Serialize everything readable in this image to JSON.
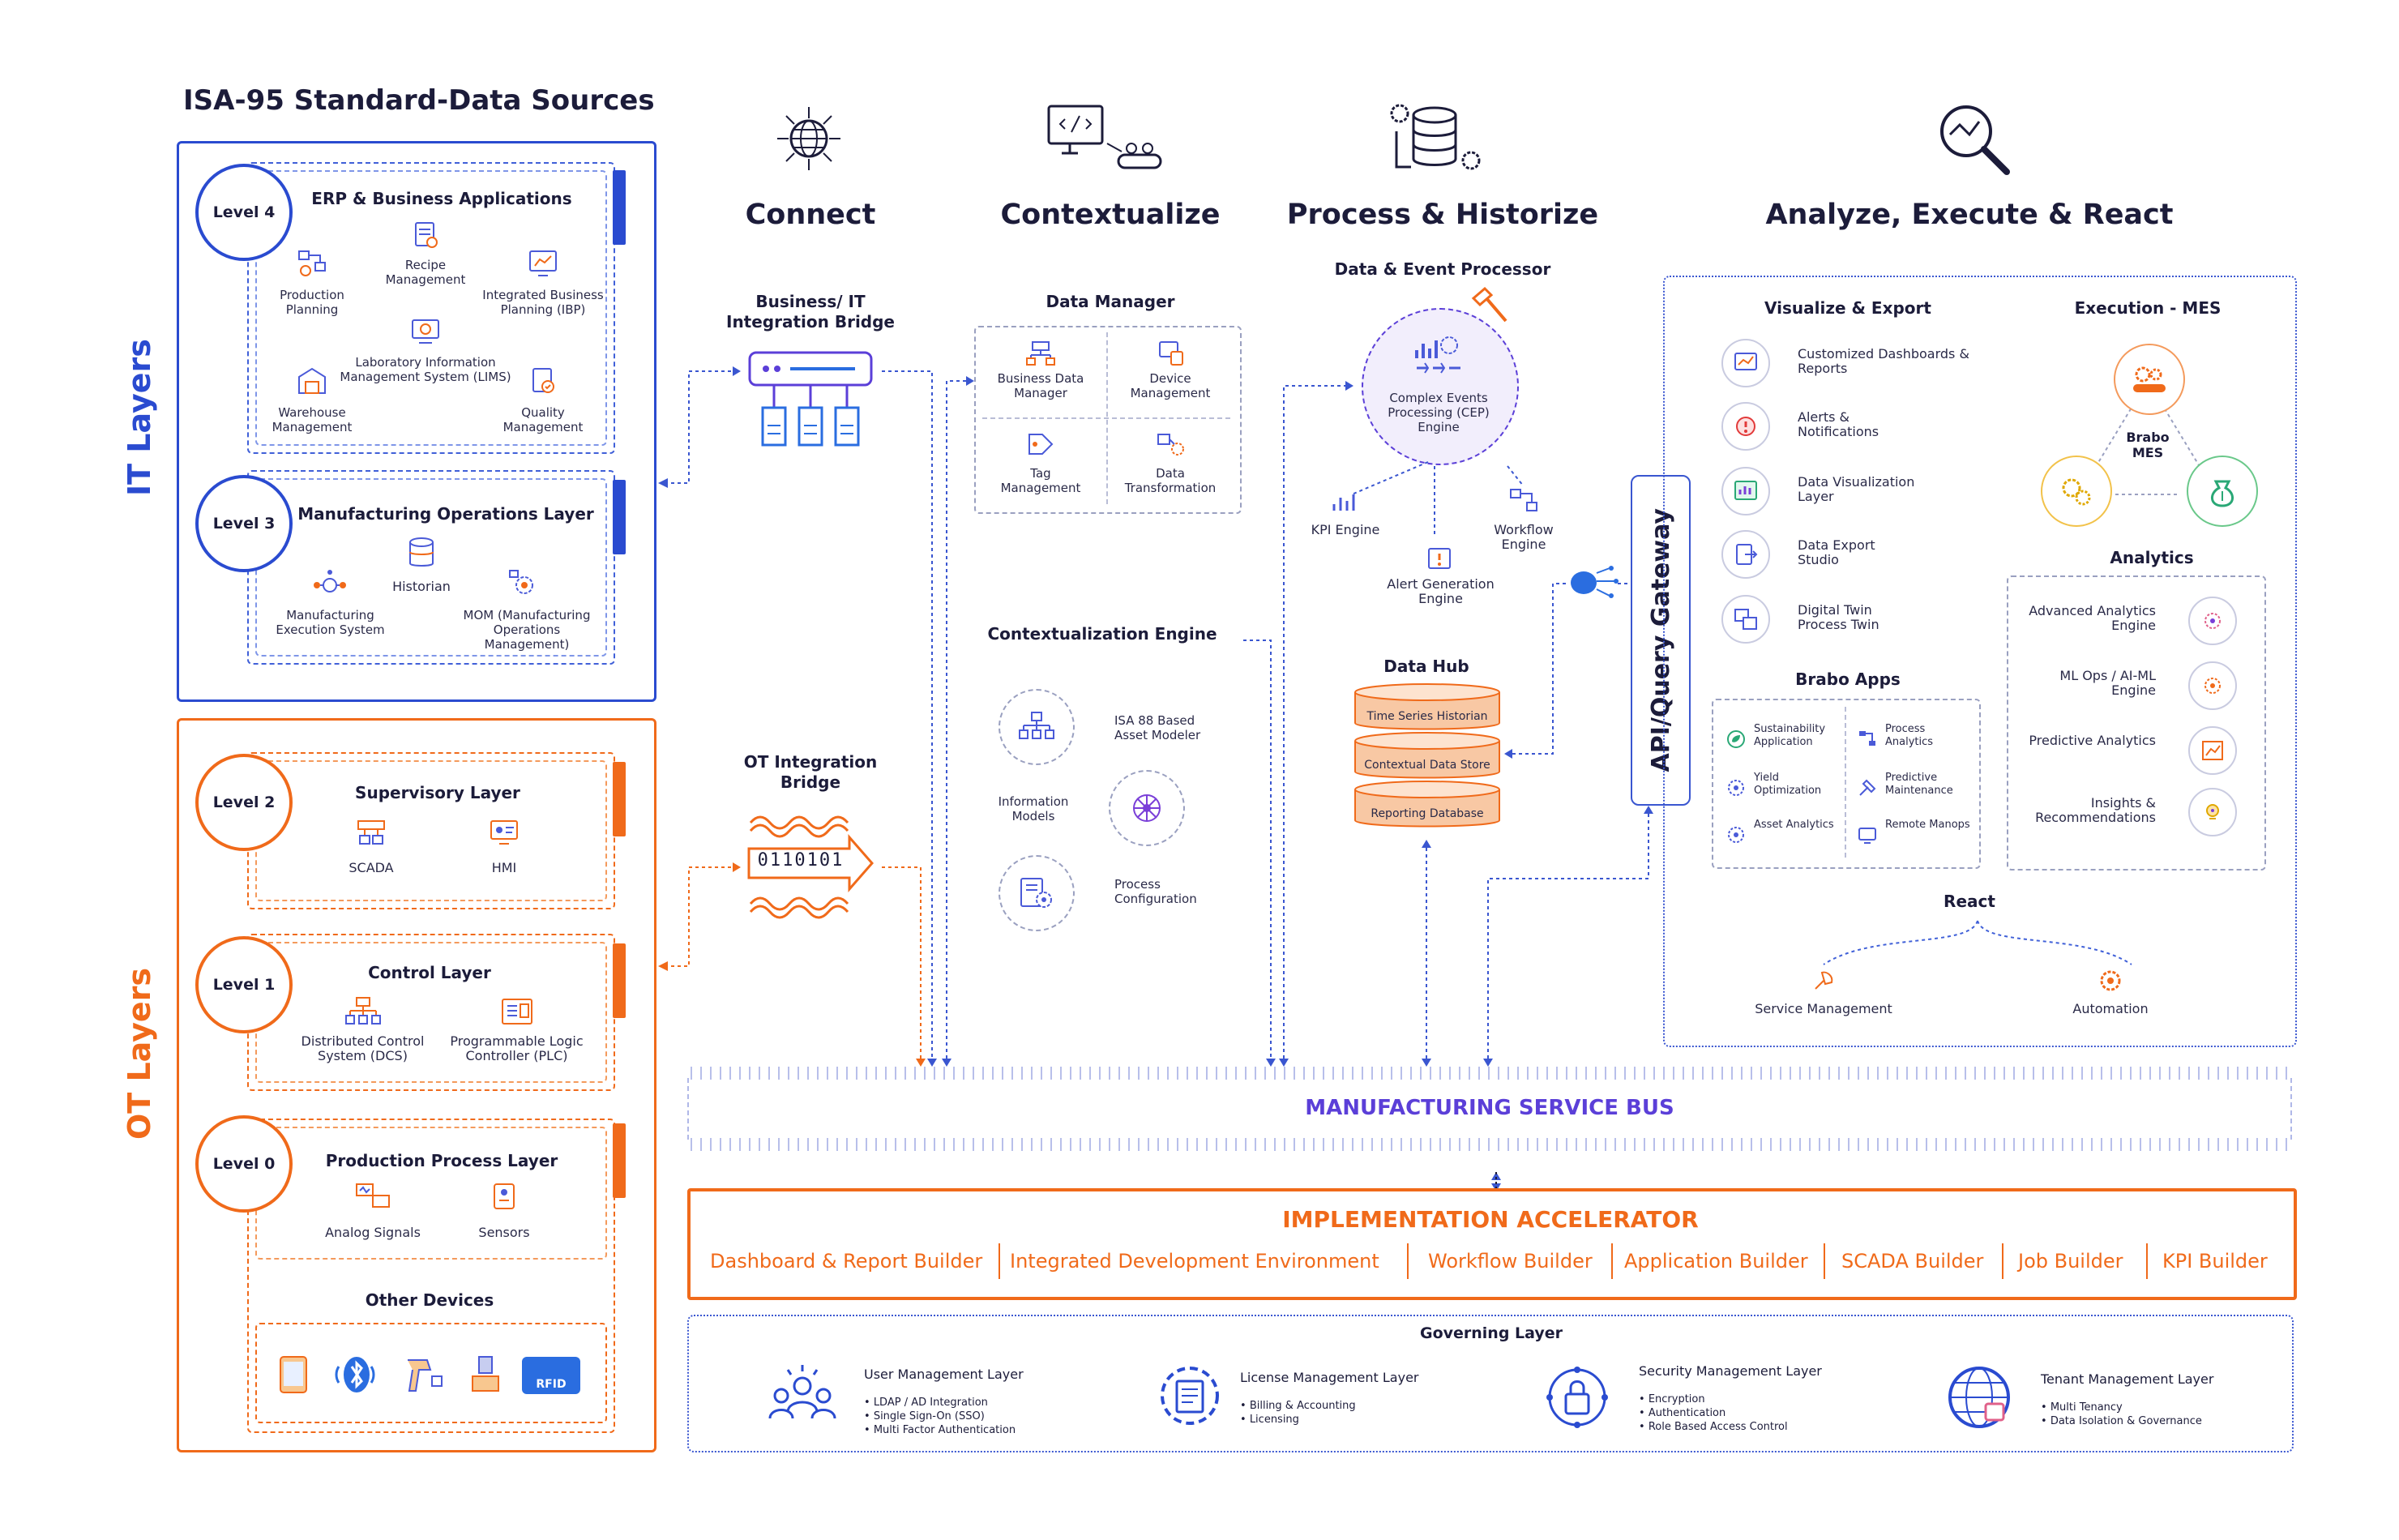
{
  "title": "ISA-95 Standard-Data Sources",
  "side_labels": {
    "it": "IT Layers",
    "ot": "OT Layers"
  },
  "levels": {
    "l4": {
      "badge": "Level 4",
      "title": "ERP & Business Applications",
      "items": [
        "Production Planning",
        "Recipe Management",
        "Integrated Business Planning (IBP)",
        "Laboratory Information Management System (LIMS)",
        "Warehouse Management",
        "Quality Management"
      ]
    },
    "l3": {
      "badge": "Level 3",
      "title": "Manufacturing Operations Layer",
      "items": [
        "Manufacturing Execution System",
        "Historian",
        "MOM (Manufacturing Operations Management)"
      ]
    },
    "l2": {
      "badge": "Level 2",
      "title": "Supervisory Layer",
      "items": [
        "SCADA",
        "HMI"
      ]
    },
    "l1": {
      "badge": "Level 1",
      "title": "Control Layer",
      "items": [
        "Distributed Control System (DCS)",
        "Programmable Logic Controller (PLC)"
      ]
    },
    "l0": {
      "badge": "Level 0",
      "title": "Production Process Layer",
      "items": [
        "Analog Signals",
        "Sensors"
      ]
    },
    "other": {
      "title": "Other Devices",
      "rfid": "RFID"
    }
  },
  "columns": {
    "connect": "Connect",
    "contextualize": "Contextualize",
    "process": "Process & Historize",
    "analyze": "Analyze, Execute & React"
  },
  "connect": {
    "it_bridge": "Business/ IT Integration Bridge",
    "ot_bridge": "OT Integration Bridge",
    "ot_bits": "0110101"
  },
  "contextualize": {
    "data_manager": "Data Manager",
    "dm_items": [
      "Business Data Manager",
      "Device Management",
      "Tag Management",
      "Data Transformation"
    ],
    "engine_title": "Contextualization Engine",
    "engine_items": [
      "ISA 88 Based Asset Modeler",
      "Information Models",
      "Process Configuration"
    ]
  },
  "process": {
    "title": "Data & Event Processor",
    "cep": "Complex Events Processing (CEP) Engine",
    "kpi": "KPI Engine",
    "workflow": "Workflow Engine",
    "alert": "Alert Generation Engine",
    "hub_title": "Data Hub",
    "hub_items": [
      "Time Series Historian",
      "Contextual Data Store",
      "Reporting Database"
    ]
  },
  "gateway": "API/Query Gateway",
  "analyze": {
    "visualize_title": "Visualize & Export",
    "visualize_items": [
      "Customized Dashboards & Reports",
      "Alerts & Notifications",
      "Data Visualization Layer",
      "Data Export Studio",
      "Digital Twin Process Twin"
    ],
    "mes_title": "Execution - MES",
    "mes_center": "Brabo MES",
    "analytics_title": "Analytics",
    "analytics_items": [
      "Advanced Analytics Engine",
      "ML Ops / AI-ML Engine",
      "Predictive Analytics",
      "Insights & Recommendations"
    ],
    "apps_title": "Brabo Apps",
    "apps_items": [
      "Sustainability Application",
      "Process Analytics",
      "Yield Optimization",
      "Predictive Maintenance",
      "Asset Analytics",
      "Remote Manops"
    ],
    "react_title": "React",
    "react_items": [
      "Service Management",
      "Automation"
    ]
  },
  "bus": "MANUFACTURING SERVICE BUS",
  "accelerator": {
    "title": "IMPLEMENTATION ACCELERATOR",
    "items": [
      "Dashboard & Report Builder",
      "Integrated Development Environment",
      "Workflow Builder",
      "Application Builder",
      "SCADA Builder",
      "Job Builder",
      "KPI Builder"
    ]
  },
  "governing": {
    "title": "Governing Layer",
    "blocks": [
      {
        "title": "User Management Layer",
        "items": [
          "LDAP / AD Integration",
          "Single Sign-On (SSO)",
          "Multi Factor Authentication"
        ]
      },
      {
        "title": "License Management Layer",
        "items": [
          "Billing & Accounting",
          "Licensing"
        ]
      },
      {
        "title": "Security Management Layer",
        "items": [
          "Encryption",
          "Authentication",
          "Role Based Access Control"
        ]
      },
      {
        "title": "Tenant Management Layer",
        "items": [
          "Multi Tenancy",
          "Data Isolation & Governance"
        ]
      }
    ]
  },
  "colors": {
    "blue": "#2a4bd0",
    "orange": "#f06a1a",
    "purple": "#5b3fd8",
    "navy": "#1c1c3a"
  }
}
